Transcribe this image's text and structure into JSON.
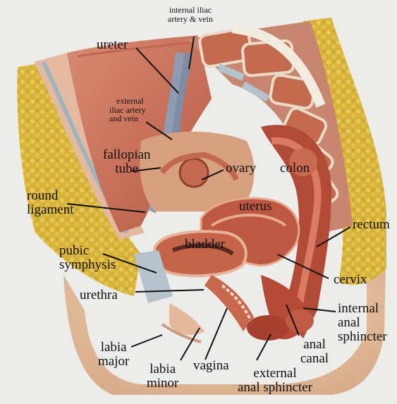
{
  "labels": {
    "internal_iliac": [
      "internal iliac",
      "artery & vein"
    ],
    "ureter": "ureter",
    "external_iliac": [
      "external",
      "iliac artery",
      "and vein"
    ],
    "fallopian_tube": [
      "fallopian",
      "tube"
    ],
    "ovary": "ovary",
    "colon": "colon",
    "round_ligament": [
      "round",
      "ligament"
    ],
    "uterus": "uterus",
    "rectum": "rectum",
    "bladder": "bladder",
    "pubic_symphysis": [
      "pubic",
      "symphysis"
    ],
    "cervix": "cervix",
    "urethra": "urethra",
    "internal_anal_sphincter": [
      "internal",
      "anal",
      "sphincter"
    ],
    "labia_major": [
      "labia",
      "major"
    ],
    "labia_minor": [
      "labia",
      "minor"
    ],
    "vagina": "vagina",
    "anal_canal": [
      "anal",
      "canal"
    ],
    "external_anal_sphincter": [
      "external",
      "anal sphincter"
    ]
  },
  "colors": {
    "background": "#ececea",
    "base": "#e8c6a4",
    "fat": "#d9b53c",
    "muscle": "#c7705a",
    "organ": "#b9553f",
    "bone": "#b3c3cc",
    "leader": "#111111"
  }
}
